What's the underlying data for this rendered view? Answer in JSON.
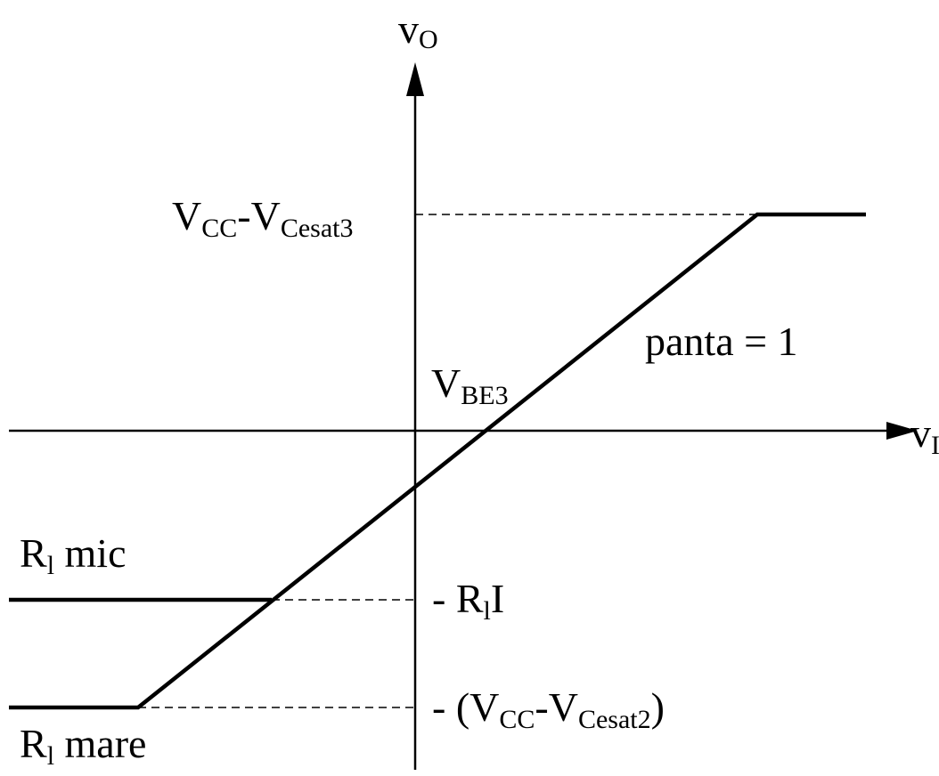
{
  "axes": {
    "y_label": "v",
    "y_label_sub": "O",
    "x_label": "v",
    "x_label_sub": "I"
  },
  "labels": {
    "upper_sat": {
      "a": "V",
      "a_sub": "CC",
      "dash": "-",
      "b": "V",
      "b_sub": "Cesat3"
    },
    "slope": "panta = 1",
    "offset": {
      "main": "V",
      "sub": "BE3"
    },
    "rl_small": {
      "main": "R",
      "sub": "l",
      "rest": " mic"
    },
    "mid_level": {
      "prefix": "- R",
      "sub": "l",
      "rest": "I"
    },
    "lower_sat": {
      "prefix": "- (V",
      "a_sub": "CC",
      "dash": "-V",
      "b_sub": "Cesat2",
      "suffix": ")"
    },
    "rl_large": {
      "main": "R",
      "sub": "l",
      "rest": " mare"
    }
  },
  "colors": {
    "ink": "#000000",
    "background": "#ffffff"
  }
}
